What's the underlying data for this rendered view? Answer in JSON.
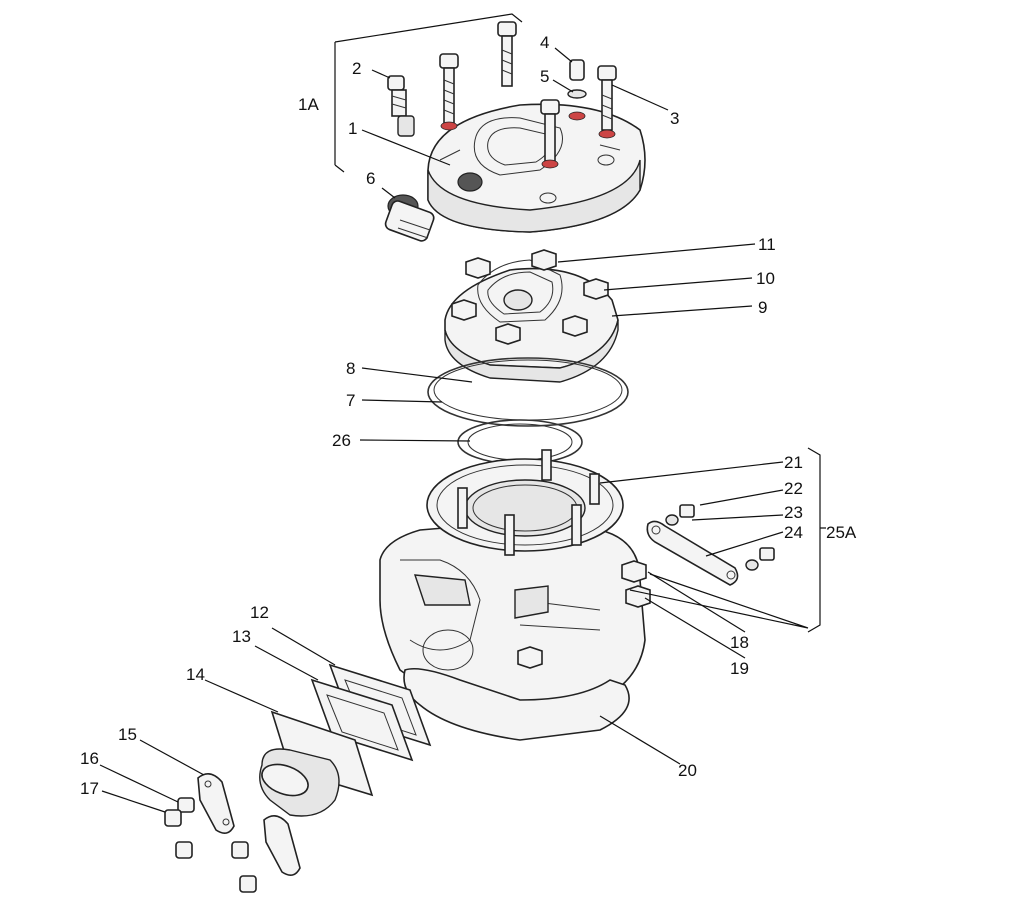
{
  "labels": {
    "l1": "1",
    "l1A": "1A",
    "l2": "2",
    "l3": "3",
    "l4": "4",
    "l5": "5",
    "l6": "6",
    "l7": "7",
    "l8": "8",
    "l9": "9",
    "l10": "10",
    "l11": "11",
    "l12": "12",
    "l13": "13",
    "l14": "14",
    "l15": "15",
    "l16": "16",
    "l17": "17",
    "l18": "18",
    "l19": "19",
    "l20": "20",
    "l21": "21",
    "l22": "22",
    "l23": "23",
    "l24": "24",
    "l25A": "25A",
    "l26": "26"
  }
}
